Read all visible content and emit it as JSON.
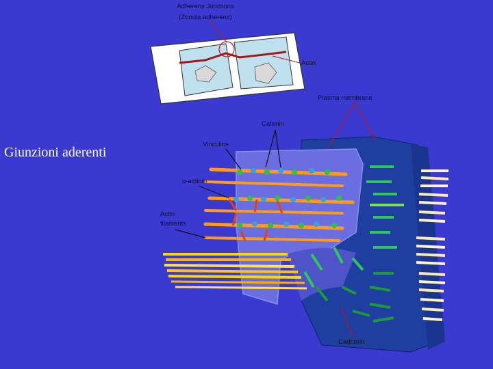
{
  "slide": {
    "title": "Giunzioni aderenti",
    "background": "#3a3ad0"
  },
  "diagram": {
    "inset_title_line1": "Adherens Junctions",
    "inset_title_line2": "(Zonula adherens)",
    "labels": {
      "actin_inset": "Actin",
      "plasma_membrane": "Plasma membrane",
      "catenin": "Catenin",
      "vinculins": "Vinculins",
      "alpha_actinin": "α-actinin",
      "actin_filaments_line1": "Actin",
      "actin_filaments_line2": "filaments",
      "cadherin": "Cadherin"
    },
    "colors": {
      "leader_line": "#c0141c",
      "actin_filament": "#ff9a1a",
      "vinculin": "#2fbf4a",
      "catenin": "#3aa0e0",
      "cadherin": "#2ec85a",
      "membrane": "#1f3fa0",
      "cell_inner": "#6a6ee0"
    }
  }
}
